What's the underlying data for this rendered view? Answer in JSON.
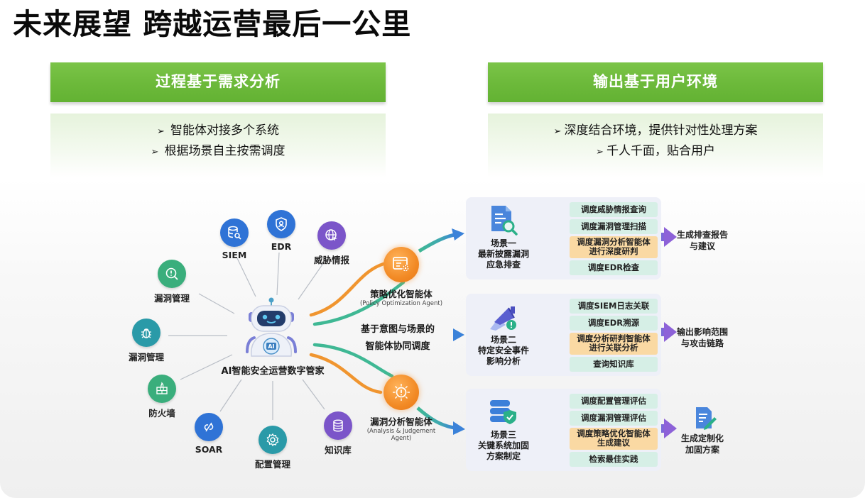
{
  "title": "未来展望 跨越运营最后一公里",
  "left_panel": {
    "header": "过程基于需求分析",
    "bullets": [
      "智能体对接多个系统",
      "根据场景自主按需调度"
    ]
  },
  "right_panel": {
    "header": "输出基于用户环境",
    "bullets": [
      "深度结合环境，提供针对性处理方案",
      "千人千面，贴合用户"
    ]
  },
  "bullet_glyph": "➢",
  "hub": {
    "label": "AI智能安全运营数字管家",
    "robot_badge": "AI"
  },
  "systems": [
    {
      "id": "siem",
      "label": "SIEM",
      "icon": "database-search-icon",
      "color": "#2f73d6"
    },
    {
      "id": "edr",
      "label": "EDR",
      "icon": "shield-user-icon",
      "color": "#2f73d6"
    },
    {
      "id": "ti",
      "label": "威胁情报",
      "icon": "globe-cursor-icon",
      "color": "#7b55c9"
    },
    {
      "id": "vuln1",
      "label": "漏洞管理",
      "icon": "magnifier-alert-icon",
      "color": "#3aae7c"
    },
    {
      "id": "vuln2",
      "label": "漏洞管理",
      "icon": "bug-icon",
      "color": "#2a9aa8"
    },
    {
      "id": "fw",
      "label": "防火墙",
      "icon": "firewall-icon",
      "color": "#3aae7c"
    },
    {
      "id": "soar",
      "label": "SOAR",
      "icon": "link-icon",
      "color": "#2f73d6"
    },
    {
      "id": "cfg",
      "label": "配置管理",
      "icon": "gear-icon",
      "color": "#2a9aa8"
    },
    {
      "id": "kb",
      "label": "知识库",
      "icon": "database-icon",
      "color": "#7b55c9"
    }
  ],
  "agents": [
    {
      "title": "策略优化智能体",
      "subtitle": "(Policy Optimization Agent)"
    },
    {
      "title": "漏洞分析智能体",
      "subtitle_lines": [
        "(Analysis & Judgement",
        "Agent)"
      ]
    }
  ],
  "center_label": [
    "基于意图与场景的",
    "智能体协同调度"
  ],
  "scenes": [
    {
      "name_lines": [
        "场景一",
        "最新披露漏洞",
        "应急排查"
      ],
      "items": [
        {
          "text": "调度威胁情报查询",
          "highlight": false
        },
        {
          "text": "调度漏洞管理扫描",
          "highlight": false
        },
        {
          "text": "调度漏洞分析智能体进行深度研判",
          "lines": [
            "调度漏洞分析智能体",
            "进行深度研判"
          ],
          "highlight": true
        },
        {
          "text": "调度EDR检查",
          "highlight": false
        }
      ],
      "output_lines": [
        "生成排查报告",
        "与建议"
      ]
    },
    {
      "name_lines": [
        "场景二",
        "特定安全事件",
        "影响分析"
      ],
      "items": [
        {
          "text": "调度SIEM日志关联",
          "highlight": false
        },
        {
          "text": "调度EDR溯源",
          "highlight": false
        },
        {
          "text": "调度分析研判智能体进行关联分析",
          "lines": [
            "调度分析研判智能体",
            "进行关联分析"
          ],
          "highlight": true
        },
        {
          "text": "查询知识库",
          "highlight": false
        }
      ],
      "output_lines": [
        "输出影响范围",
        "与攻击链路"
      ]
    },
    {
      "name_lines": [
        "场景三",
        "关键系统加固",
        "方案制定"
      ],
      "items": [
        {
          "text": "调度配置管理评估",
          "highlight": false
        },
        {
          "text": "调度漏洞管理评估",
          "highlight": false
        },
        {
          "text": "调度策略优化智能体生成建议",
          "lines": [
            "调度策略优化智能体",
            "生成建议"
          ],
          "highlight": true
        },
        {
          "text": "检索最佳实践",
          "highlight": false
        }
      ],
      "output_lines": [
        "生成定制化",
        "加固方案"
      ]
    }
  ],
  "colors": {
    "header_green": "#6cb93a",
    "orange_flow": "#f0952f",
    "teal_flow": "#3fb894",
    "blue_arrow": "#3b82d9",
    "purple_arrow": "#7a5fd6",
    "item_bg": "#d6efe6",
    "item_highlight_bg": "#fad9a3",
    "scene_bg": "#eef0f8"
  }
}
